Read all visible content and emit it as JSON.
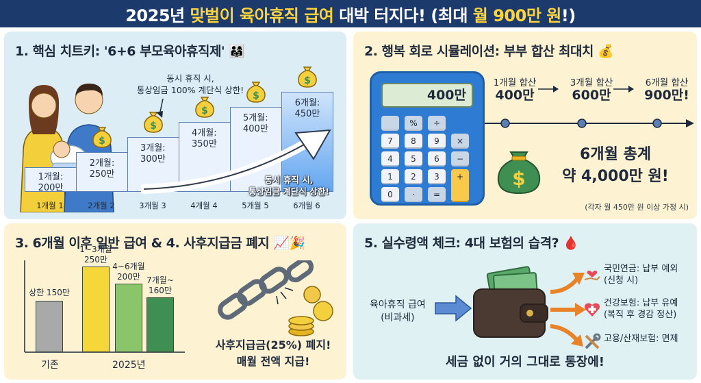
{
  "header": {
    "title_pre": "2025년 ",
    "title_hl1": "맞벌이 육아휴직 급여",
    "title_mid": " 대박 터지다! (최대 ",
    "title_hl2": "월 900만 원",
    "title_post": "!)"
  },
  "panel1": {
    "title": "1. 핵심 치트키: '6+6 부모육아휴직제' 👨‍👩‍👧",
    "note_top_1": "동시 휴직 시,",
    "note_top_2": "통상임금 100% 계단식 상한!",
    "note_arrow_1": "동시 휴직 시,",
    "note_arrow_2": "통상임금 계단식 상한!",
    "steps": [
      {
        "l1": "1개월:",
        "l2": "200만",
        "x": "1개월 1"
      },
      {
        "l1": "2개월:",
        "l2": "250만",
        "x": "2개월 2"
      },
      {
        "l1": "3개월:",
        "l2": "300만",
        "x": "3개월 3"
      },
      {
        "l1": "4개월:",
        "l2": "350만",
        "x": "4개월 4"
      },
      {
        "l1": "5개월:",
        "l2": "400만",
        "x": "5개월 5"
      },
      {
        "l1": "6개월:",
        "l2": "450만",
        "x": "6개월 6"
      }
    ]
  },
  "panel2": {
    "title": "2. 행복 회로 시뮬레이션: 부부 합산 최대치 💰",
    "calc_screen": "400만",
    "keys": [
      "%",
      "÷",
      "7",
      "8",
      "9",
      "×",
      "4",
      "5",
      "6",
      "−",
      "1",
      "2",
      "3",
      "+",
      "0",
      "·",
      "="
    ],
    "timeline": [
      {
        "label": "1개월 합산",
        "value": "400만"
      },
      {
        "label": "3개월 합산",
        "value": "600만"
      },
      {
        "label": "6개월 합산",
        "value": "900만!"
      }
    ],
    "total_1": "6개월 총계",
    "total_2": "약 4,000만 원!",
    "note": "(각자 월 450만 원 이상 가정 시)"
  },
  "panel3": {
    "title": "3. 6개월 이후 일반 급여 & 4. 사후지급금 폐지 📈🎉",
    "bars": [
      {
        "label": "상한 150만",
        "value": 150,
        "color": "#a9a9a9"
      },
      {
        "label": "1~3개월 250만",
        "l1": "1~3개월",
        "l2": "250만",
        "value": 250,
        "color": "#f5d73a"
      },
      {
        "label": "4~6개월 200만",
        "l1": "4~6개월",
        "l2": "200만",
        "value": 200,
        "color": "#8bc56a"
      },
      {
        "label": "7개월~ 160만",
        "l1": "7개월~",
        "l2": "160만",
        "value": 160,
        "color": "#3f8f53"
      }
    ],
    "xlabel_left": "기존",
    "xlabel_right": "2025년",
    "chain_note_1": "사후지급금(25%) 폐지!",
    "chain_note_2": "매월 전액 지급!"
  },
  "panel5": {
    "title": "5. 실수령액 체크: 4대 보험의 습격? 🩸",
    "input_1": "육아휴직 급여",
    "input_2": "(비과세)",
    "items": [
      {
        "l1": "국민연금: 납부 예외",
        "l2": "(신청 시)"
      },
      {
        "l1": "건강보험: 납부 유예",
        "l2": "(복직 후 경감 정산)"
      },
      {
        "l1": "고용/산재보험: 면제",
        "l2": ""
      }
    ],
    "footer": "세금 없이 거의 그대로 통장에!"
  },
  "colors": {
    "navy": "#1c3a6b",
    "yellow": "#ffd43b",
    "step_border": "#5a7fb2",
    "money_green": "#3f8f53",
    "gold": "#e6b422"
  }
}
